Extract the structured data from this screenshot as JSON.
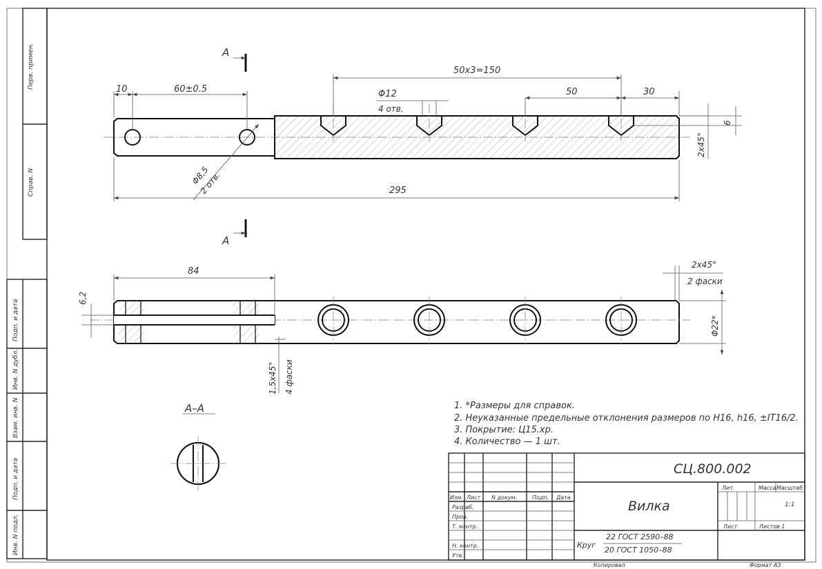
{
  "drawing": {
    "sheet_frame_labels": [
      "Перв. примен.",
      "Справ. N",
      "Подп. и дата",
      "Инв. N дубл.",
      "Взам. инв. N",
      "Подп. и дата",
      "Инв. N подл."
    ],
    "section_mark": "А",
    "section_title": "А–А",
    "dims_top": {
      "d10": "10",
      "d60": "60±0.5",
      "d150": "50х3=150",
      "d50": "50",
      "d30": "30",
      "hole12": "Φ12",
      "hole12_count": "4 отв.",
      "hole85": "Φ8,5",
      "hole85_count": "2 отв.",
      "d6": "6",
      "chamfer": "2х45°",
      "d295": "295"
    },
    "dims_bottom": {
      "d84": "84",
      "d62": "6,2",
      "chamfer_top": "2х45°",
      "chamfer_top_count": "2 фаски",
      "d22": "Φ22*",
      "chamfer_small": "1,5х45°",
      "chamfer_small_count": "4 фаски"
    },
    "notes": [
      "1.  *Размеры для справок.",
      "2.  Неуказанные предельные отклонения размеров по Н16, h16, ±IT16/2.",
      "3.  Покрытие: Ц15.хр.",
      "4.  Количество — 1 шт."
    ],
    "title_block": {
      "doc_number": "СЦ.800.002",
      "name": "Вилка",
      "material_prefix": "Круг",
      "material_top": "22 ГОСТ 2590–88",
      "material_bottom": "20 ГОСТ 1050–88",
      "col_izm": "Изм.",
      "col_list": "Лист",
      "col_ndok": "N докум.",
      "col_podp": "Подп.",
      "col_data": "Дата",
      "row_razrab": "Разраб.",
      "row_prov": "Пров.",
      "row_tkontr": "Т. контр.",
      "row_nkontr": "Н. контр.",
      "row_utv": "Утв.",
      "lit": "Лит.",
      "massa": "Масса",
      "masshtab": "Масштаб",
      "scale": "1:1",
      "list": "Лист",
      "listov": "Листов 1",
      "kopiroval": "Копировал",
      "format": "Формат А3"
    }
  }
}
